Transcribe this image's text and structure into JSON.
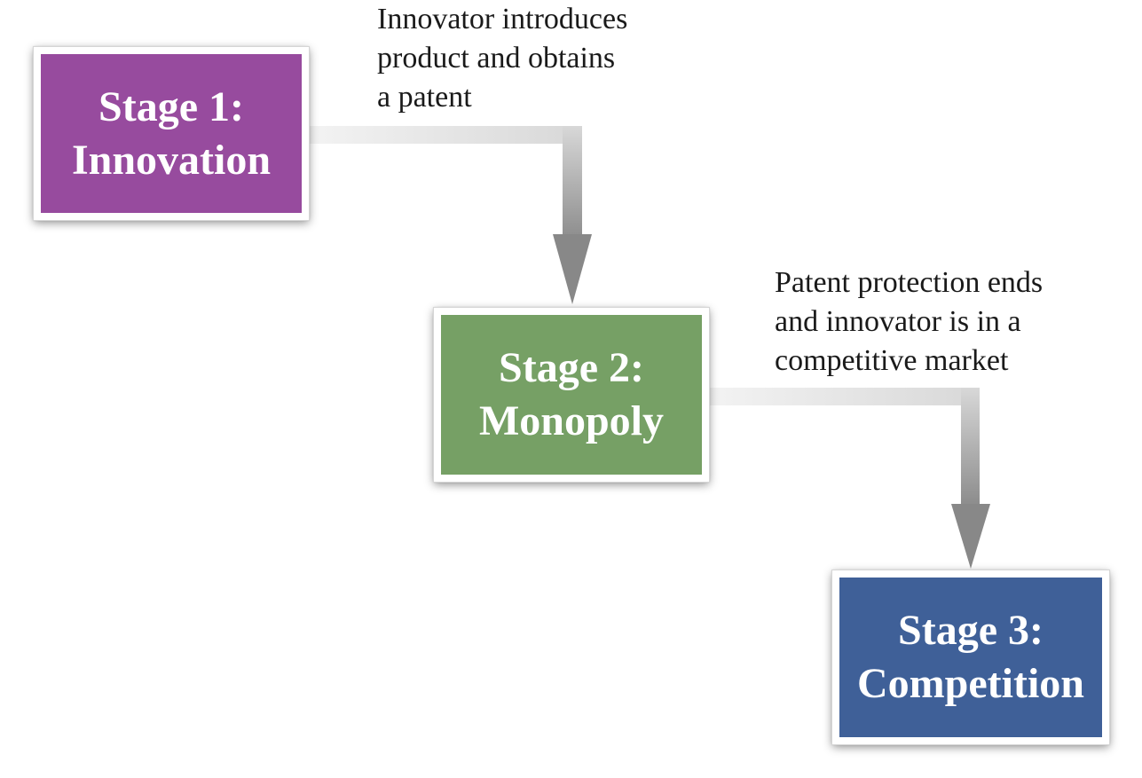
{
  "stages": [
    {
      "line1": "Stage 1:",
      "line2": "Innovation",
      "color": "#974b9e"
    },
    {
      "line1": "Stage 2:",
      "line2": "Monopoly",
      "color": "#76a065"
    },
    {
      "line1": "Stage 3:",
      "line2": "Competition",
      "color": "#3f6098"
    }
  ],
  "transitions": [
    {
      "lines": [
        "Innovator introduces",
        "product and obtains",
        "a patent"
      ]
    },
    {
      "lines": [
        "Patent protection ends",
        "and innovator is in a",
        "competitive market"
      ]
    }
  ],
  "colors": {
    "connector_light": "#e4e4e4",
    "connector_dark": "#8e8e8e"
  }
}
